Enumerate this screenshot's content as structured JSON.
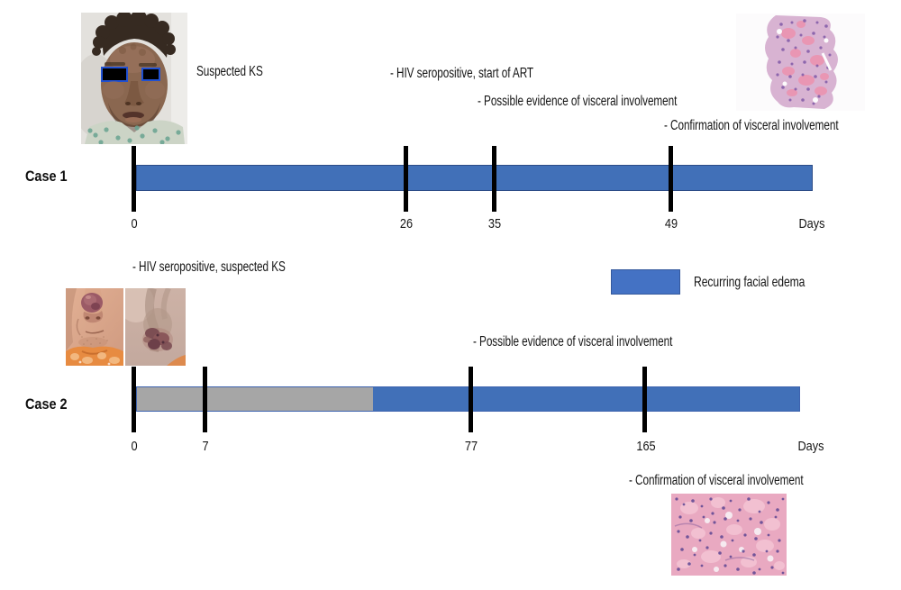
{
  "legend": {
    "label": "Recurring facial edema",
    "swatch_color": "#4472c4"
  },
  "case1": {
    "label": "Case 1",
    "axis_label": "Days",
    "ticks": [
      "0",
      "26",
      "35",
      "49"
    ],
    "annotations": {
      "day0": "Suspected KS",
      "day26": "- HIV seropositive, start of ART",
      "day35": "- Possible evidence of visceral involvement",
      "day49": "- Confirmation of visceral involvement"
    }
  },
  "case2": {
    "label": "Case 2",
    "axis_label": "Days",
    "ticks": [
      "0",
      "7",
      "77",
      "165"
    ],
    "annotations": {
      "day0": "- HIV seropositive, suspected KS",
      "day77": "- Possible evidence of visceral involvement",
      "day165": "- Confirmation of visceral involvement"
    }
  },
  "colors": {
    "bar_blue": "#4170b8",
    "bar_gray": "#a6a6a6",
    "bar_border": "#2c4c86",
    "tick": "#000000"
  },
  "timeline_data": {
    "type": "timeline",
    "unit": "days",
    "cases": [
      {
        "name": "Case 1",
        "tick_days": [
          0,
          26,
          35,
          49
        ],
        "events": [
          {
            "day": 0,
            "label": "Suspected KS"
          },
          {
            "day": 26,
            "label": "- HIV seropositive, start of ART"
          },
          {
            "day": 35,
            "label": "- Possible evidence of visceral involvement"
          },
          {
            "day": 49,
            "label": "- Confirmation of visceral involvement"
          }
        ],
        "segments": [
          {
            "color": "#4170b8",
            "legend": "Recurring facial edema"
          }
        ]
      },
      {
        "name": "Case 2",
        "tick_days": [
          0,
          7,
          77,
          165
        ],
        "events": [
          {
            "day": 0,
            "label": "- HIV seropositive, suspected KS"
          },
          {
            "day": 77,
            "label": "- Possible evidence of visceral involvement"
          },
          {
            "day": 165,
            "label": "- Confirmation of visceral involvement"
          }
        ],
        "segments": [
          {
            "color": "#a6a6a6"
          },
          {
            "color": "#4170b8",
            "legend": "Recurring facial edema"
          }
        ]
      }
    ]
  }
}
